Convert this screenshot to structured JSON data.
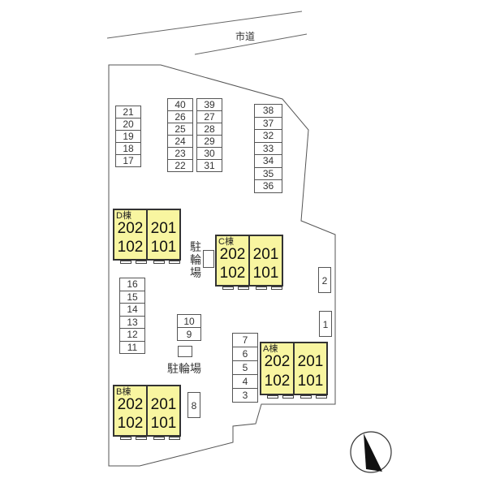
{
  "road": {
    "label": "市道"
  },
  "bicycle_parking": {
    "label": "駐輪場"
  },
  "parking_columns": [
    {
      "id": "col-17-21",
      "numbers": [
        "21",
        "20",
        "19",
        "18",
        "17"
      ]
    },
    {
      "id": "col-22-26",
      "numbers": [
        "40",
        "26",
        "25",
        "24",
        "23",
        "22"
      ]
    },
    {
      "id": "col-27-31",
      "numbers": [
        "39",
        "27",
        "28",
        "29",
        "30",
        "31"
      ]
    },
    {
      "id": "col-32-38",
      "numbers": [
        "38",
        "37",
        "32",
        "33",
        "34",
        "35",
        "36"
      ]
    },
    {
      "id": "col-11-16",
      "numbers": [
        "16",
        "15",
        "14",
        "13",
        "12",
        "11"
      ]
    },
    {
      "id": "col-9-10",
      "numbers": [
        "10",
        "9"
      ]
    },
    {
      "id": "col-3-7",
      "numbers": [
        "7",
        "6",
        "5",
        "4",
        "3"
      ]
    }
  ],
  "single_spaces": [
    {
      "id": "space-2",
      "number": "2"
    },
    {
      "id": "space-1",
      "number": "1"
    },
    {
      "id": "space-8",
      "number": "8"
    }
  ],
  "buildings": [
    {
      "id": "D",
      "name": "D棟",
      "units": [
        {
          "upper": "202",
          "lower": "102"
        },
        {
          "upper": "201",
          "lower": "101"
        }
      ]
    },
    {
      "id": "C",
      "name": "C棟",
      "units": [
        {
          "upper": "202",
          "lower": "102"
        },
        {
          "upper": "201",
          "lower": "101"
        }
      ]
    },
    {
      "id": "A",
      "name": "A棟",
      "units": [
        {
          "upper": "202",
          "lower": "102"
        },
        {
          "upper": "201",
          "lower": "101"
        }
      ]
    },
    {
      "id": "B",
      "name": "B棟",
      "units": [
        {
          "upper": "202",
          "lower": "102"
        },
        {
          "upper": "201",
          "lower": "101"
        }
      ]
    }
  ],
  "compass": {
    "icon": "north-arrow-icon"
  },
  "colors": {
    "building_fill": "#f8f5a0",
    "outline": "#555555"
  }
}
